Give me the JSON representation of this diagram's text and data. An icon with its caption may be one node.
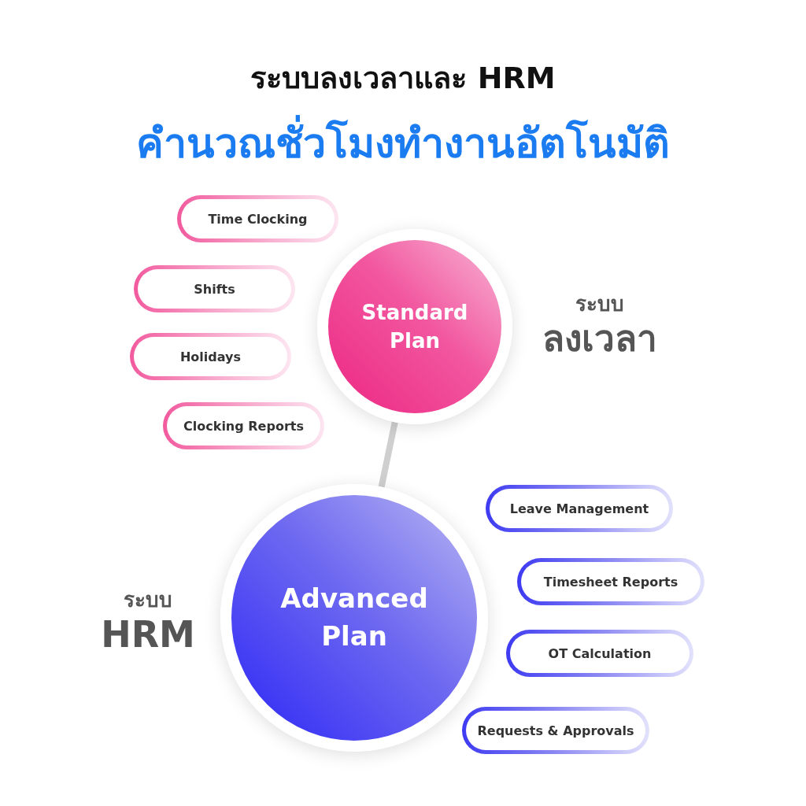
{
  "diagram": {
    "title": "ระบบลงเวลาและ HRM",
    "nodes": [
      {
        "text": [
          "Standard Plan"
        ],
        "beside": [
          "ระบบ",
          "ลงเวลา"
        ]
      },
      {
        "text": [
          "Advanced Plan"
        ],
        "beside": [
          "ระบบ",
          "HRM"
        ]
      },
      {
        "text": [
          "Time Clocking"
        ]
      },
      {
        "text": [
          "Shifts"
        ]
      },
      {
        "text": [
          "Holidays"
        ]
      },
      {
        "text": [
          "Clocking Reports"
        ]
      },
      {
        "text": [
          "Leave Management"
        ]
      },
      {
        "text": [
          "Timesheet Reports"
        ]
      },
      {
        "text": [
          "OT Calculation"
        ]
      },
      {
        "text": [
          "Requests & Approvals"
        ]
      }
    ],
    "edges": [
      {
        "from": 0,
        "to": 1,
        "arrow": "none"
      }
    ],
    "labels": [
      "คำนวณชั่วโมงทำงานอัตโนมัติ"
    ]
  }
}
